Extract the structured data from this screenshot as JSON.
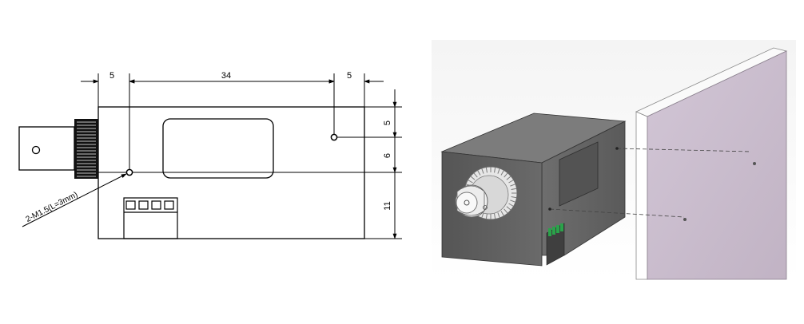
{
  "drawing": {
    "dims": {
      "left_offset": "5",
      "hole_spacing": "34",
      "right_offset": "5",
      "right_top": "5",
      "right_mid": "6",
      "right_bottom": "11"
    },
    "callout": "2-M1.5(L=3mm)"
  },
  "render": {
    "housing_color": "#5e5e5e",
    "panel_color": "#c9bccc",
    "connector_color": "#e0e0e0"
  }
}
